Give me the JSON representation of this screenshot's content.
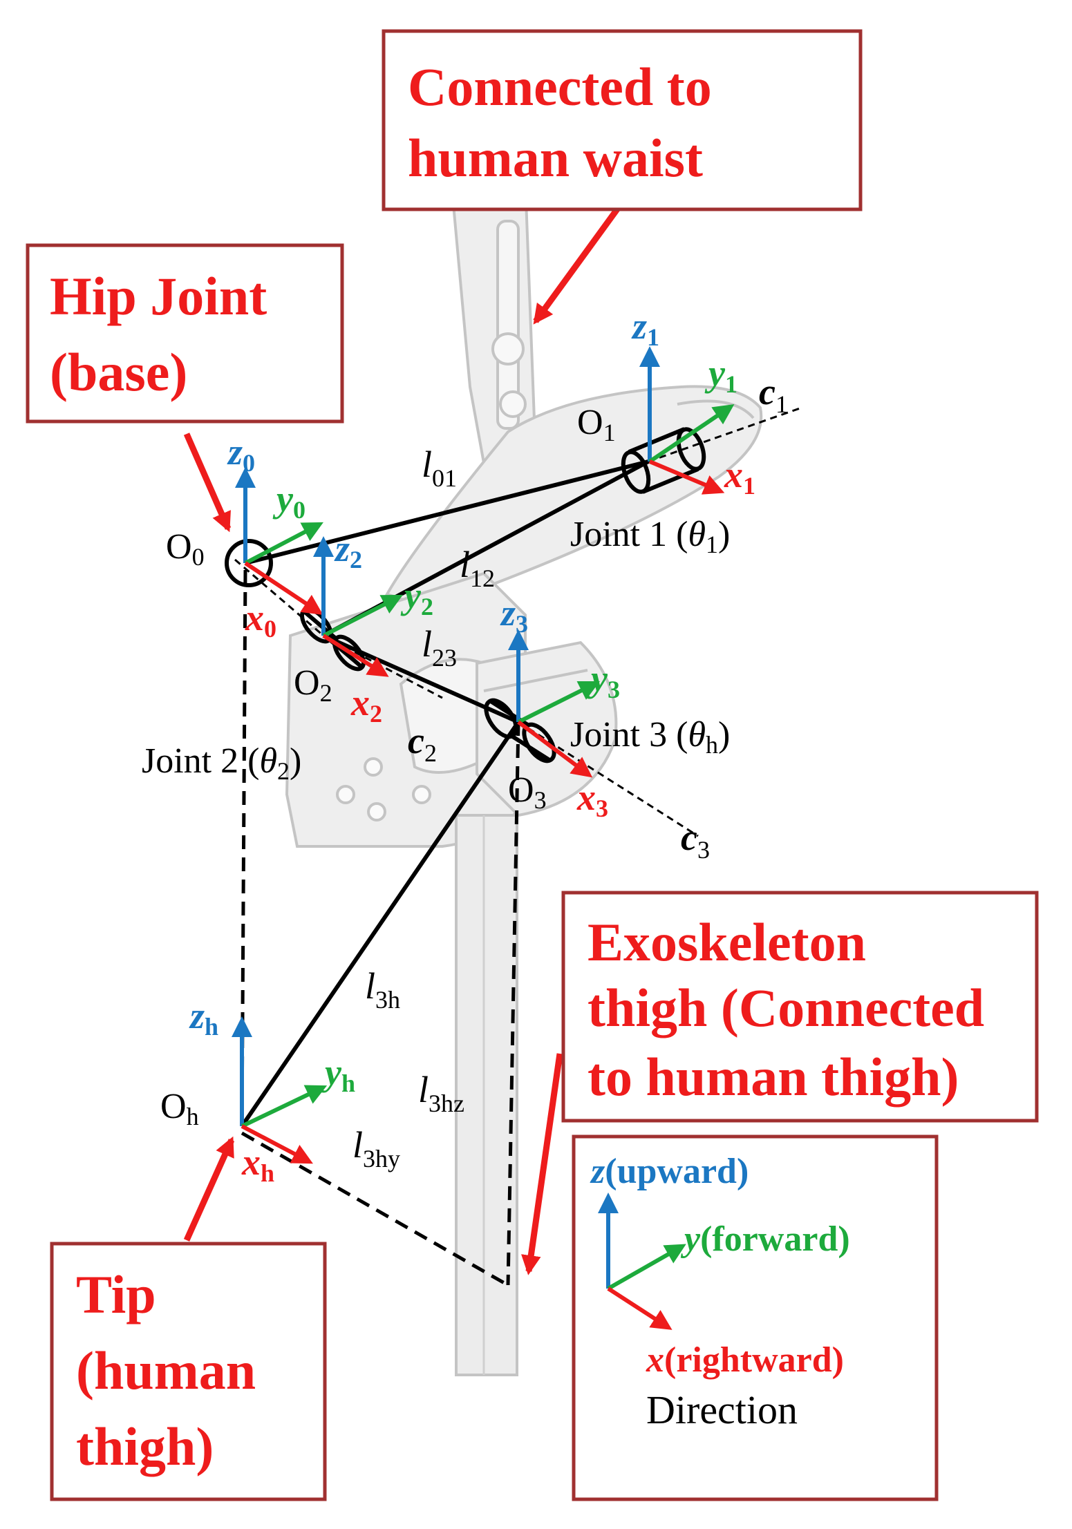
{
  "colors": {
    "red": "#ee1c1c",
    "blue": "#1b77c2",
    "green": "#1daa3c",
    "black": "#000000",
    "box_border": "#a03030",
    "mechanism_fill": "#eeeeee",
    "mechanism_stroke": "#c4c4c4"
  },
  "callouts": {
    "waist": [
      "Connected to",
      "human waist"
    ],
    "hip": [
      "Hip Joint",
      "(base)"
    ],
    "thigh": [
      "Exoskeleton",
      "thigh (Connected",
      "to human thigh)"
    ],
    "tip": [
      "Tip",
      "(human",
      "thigh)"
    ]
  },
  "frames": {
    "o0": {
      "origin": "O",
      "sub": "0",
      "x": "x",
      "y": "y",
      "z": "z"
    },
    "o1": {
      "origin": "O",
      "sub": "1",
      "x": "x",
      "y": "y",
      "z": "z"
    },
    "o2": {
      "origin": "O",
      "sub": "2",
      "x": "x",
      "y": "y",
      "z": "z"
    },
    "o3": {
      "origin": "O",
      "sub": "3",
      "x": "x",
      "y": "y",
      "z": "z"
    },
    "oh": {
      "origin": "O",
      "sub": "h",
      "x": "x",
      "y": "y",
      "z": "z"
    }
  },
  "links": {
    "l01": {
      "sym": "l",
      "sub": "01"
    },
    "l12": {
      "sym": "l",
      "sub": "12"
    },
    "l23": {
      "sym": "l",
      "sub": "23"
    },
    "l3h": {
      "sym": "l",
      "sub": "3h"
    },
    "l3hz": {
      "sym": "l",
      "sub": "3hz"
    },
    "l3hy": {
      "sym": "l",
      "sub": "3hy"
    }
  },
  "axes_lines": {
    "c1": {
      "sym": "c",
      "sub": "1"
    },
    "c2": {
      "sym": "c",
      "sub": "2"
    },
    "c3": {
      "sym": "c",
      "sub": "3"
    }
  },
  "joints": {
    "j1": {
      "prefix": "Joint 1 (",
      "theta": "θ",
      "sub": "1",
      "suffix": ")"
    },
    "j2": {
      "prefix": "Joint 2 (",
      "theta": "θ",
      "sub": "2",
      "suffix": ")"
    },
    "j3": {
      "prefix": "Joint 3 (",
      "theta": "θ",
      "sub": "h",
      "suffix": ")"
    }
  },
  "legend": {
    "z": "z",
    "z_text": "(upward)",
    "y": "y",
    "y_text": "(forward)",
    "x": "x",
    "x_text": "(rightward)",
    "caption": "Direction"
  }
}
